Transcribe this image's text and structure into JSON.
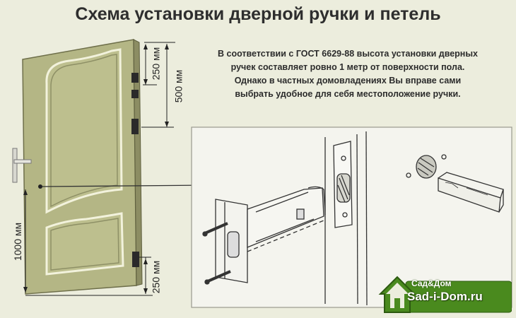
{
  "title": "Схема установки дверной ручки и петель",
  "description_lines": [
    "В соответствии с ГОСТ 6629-88 высота установки дверных",
    "ручек составляет ровно 1 метр от поверхности пола.",
    "Однако в частных домовладениях Вы вправе сами",
    "выбрать удобное для себя местоположение ручки."
  ],
  "dimensions": {
    "top_hinge": "250 мм",
    "hinge_span": "500 мм",
    "handle_height": "1000 мм",
    "bottom_hinge": "250 мм"
  },
  "logo": {
    "name": "Сад&Дом",
    "domain": "Sad-i-Dom.ru"
  },
  "colors": {
    "door": "#b4b685",
    "background": "#eceddd",
    "hinge": "#2a2a2a",
    "logo_green": "#4a8a1e"
  }
}
